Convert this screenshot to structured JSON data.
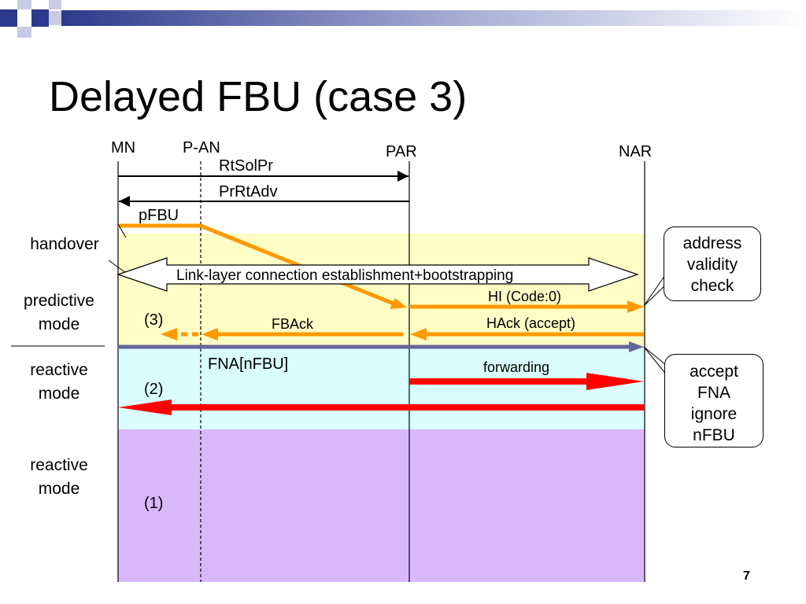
{
  "slide": {
    "title": "Delayed FBU (case 3)",
    "page_number": "7"
  },
  "nodes": {
    "mn": "MN",
    "pan": "P-AN",
    "par": "PAR",
    "nar": "NAR"
  },
  "messages": {
    "rtsolpr": "RtSolPr",
    "prrtadv": "PrRtAdv",
    "pfbu": "pFBU",
    "link_layer": "Link-layer connection establishment+bootstrapping",
    "hi": "HI (Code:0)",
    "hack": "HAck (accept)",
    "fback": "FBAck",
    "fna": "FNA[nFBU]",
    "forwarding": "forwarding"
  },
  "cases": {
    "case3": "(3)",
    "case2": "(2)",
    "case1": "(1)"
  },
  "side_labels": {
    "handover": "handover",
    "predictive_line1": "predictive",
    "predictive_line2": "mode",
    "reactive1_line1": "reactive",
    "reactive1_line2": "mode",
    "reactive2_line1": "reactive",
    "reactive2_line2": "mode"
  },
  "callouts": {
    "address_line1": "address",
    "address_line2": "validity",
    "address_line3": "check",
    "accept_line1": "accept",
    "accept_line2": "FNA",
    "accept_line3": "ignore",
    "accept_line4": "nFBU"
  },
  "colors": {
    "band_yellow": "#fdfdc6",
    "band_cyan": "#dafefe",
    "band_purple": "#d9b8fa",
    "orange": "#ff9900",
    "red": "#ff0000",
    "slate": "#666699"
  }
}
